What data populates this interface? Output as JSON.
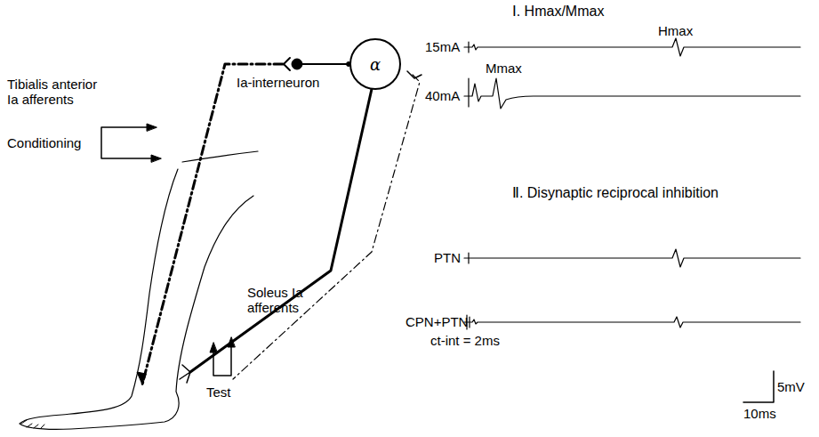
{
  "diagram": {
    "nodes": [
      {
        "text": [
          "α"
        ]
      }
    ],
    "labels": [
      "Ia-interneuron",
      "Tibialis anterior Ia afferents",
      "Conditioning",
      "Soleus Ia afferents",
      "Test",
      "Ⅰ. Hmax/Mmax",
      "Hmax",
      "15mA",
      "Mmax",
      "40mA",
      "Ⅱ. Disynaptic reciprocal inhibition",
      "PTN",
      "CPN+PTN",
      "ct-int = 2ms",
      "5mV",
      "10ms"
    ]
  }
}
